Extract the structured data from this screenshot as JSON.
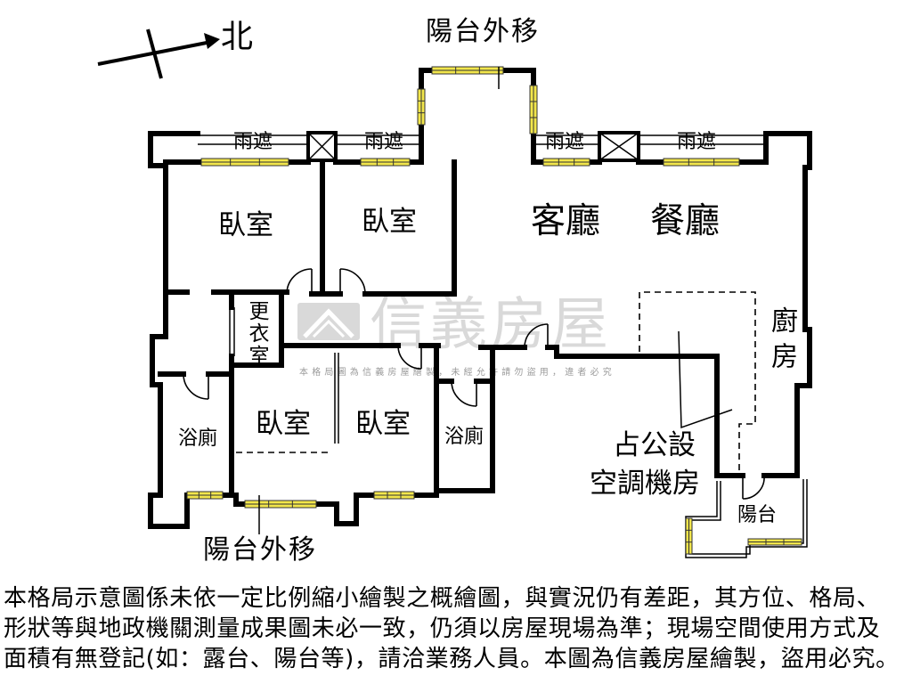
{
  "compass": {
    "north": "北"
  },
  "annotations": {
    "balcony_moved_top": "陽台外移",
    "balcony_moved_bottom": "陽台外移",
    "rain_cover": [
      "雨遮",
      "雨遮",
      "雨遮",
      "雨遮"
    ]
  },
  "rooms": {
    "bedroom_1": "臥室",
    "bedroom_2": "臥室",
    "bedroom_3": "臥室",
    "bedroom_4": "臥室",
    "living_room": "客廳",
    "dining_room": "餐廳",
    "walk_in_closet": "更衣室",
    "bathroom_1": "浴廁",
    "bathroom_2": "浴廁",
    "kitchen": "廚房",
    "shared_ac_room": [
      "占公設",
      "空調機房"
    ],
    "balcony": "陽台"
  },
  "watermark": {
    "brand": "信義房屋",
    "notice": "本格局圖為信義房屋繪製，未經允許請勿盜用，違者必究"
  },
  "disclaimer": {
    "lines": [
      "本格局示意圖係未依一定比例縮小繪製之概繪圖，與實況仍有差距，其方位、格局、",
      "形狀等與地政機關測量成果圖未必一致，仍須以房屋現場為準；現場空間使用方式及",
      "面積有無登記(如：露台、陽台等)，請洽業務人員。本圖為信義房屋繪製，盜用必究。"
    ]
  },
  "colors": {
    "wall": "#000000",
    "window": "#f2e64b",
    "watermark": "#d9d9d9"
  }
}
